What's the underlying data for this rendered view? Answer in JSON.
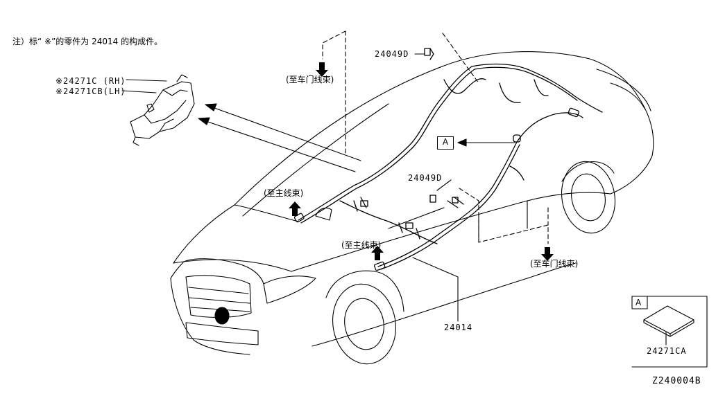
{
  "note": "注）标“ ※”的零件为 24014 的构成件。",
  "parts": {
    "rh_label": "※24271C (RH)",
    "lh_label": "※24271CB(LH)",
    "clip_top": "24049D",
    "clip_mid": "24049D",
    "harness": "24014",
    "detail_part": "24271CA"
  },
  "callouts": {
    "door_top": "(至车门线束)",
    "main_left": "(至主线束)",
    "main_center": "(至主线束)",
    "door_bottom": "(至车门线束)"
  },
  "reference": {
    "marker_main": "A",
    "marker_detail": "A"
  },
  "diagram_code": "Z240004B"
}
